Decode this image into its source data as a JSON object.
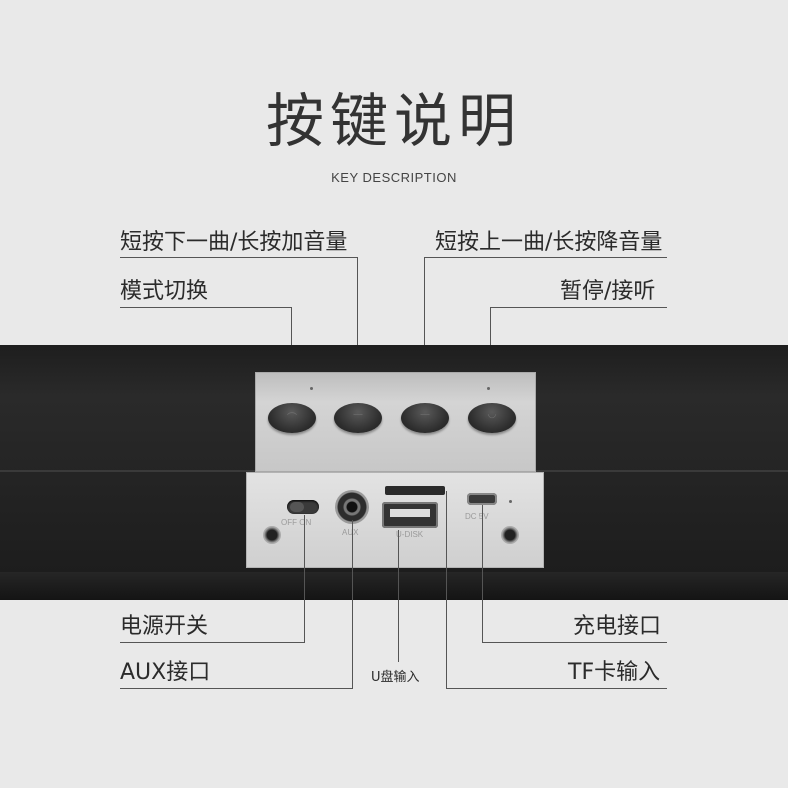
{
  "header": {
    "title": "按键说明",
    "subtitle": "KEY DESCRIPTION"
  },
  "callouts": {
    "next_track_vol_up": "短按下一曲/长按加音量",
    "prev_track_vol_down": "短按上一曲/长按降音量",
    "mode_switch": "模式切换",
    "pause_answer": "暂停/接听",
    "power_switch": "电源开关",
    "aux_port": "AUX接口",
    "usb_input": "U盘输入",
    "charge_port": "充电接口",
    "tf_input": "TF卡输入"
  },
  "device": {
    "buttons": [
      {
        "icon": "mode-icon",
        "glyph": "⌒"
      },
      {
        "icon": "next-icon",
        "glyph": "—"
      },
      {
        "icon": "prev-icon",
        "glyph": "—"
      },
      {
        "icon": "play-pause-icon",
        "glyph": "◡"
      }
    ],
    "port_prints": {
      "switch": "OFF ON",
      "aux": "AUX",
      "usb": "U-DISK",
      "dc": "DC 5V"
    }
  },
  "colors": {
    "background": "#e9e9e9",
    "soundbar": "#1e1e1e",
    "panel": "#cfcfcf",
    "leader_line": "#555555"
  }
}
